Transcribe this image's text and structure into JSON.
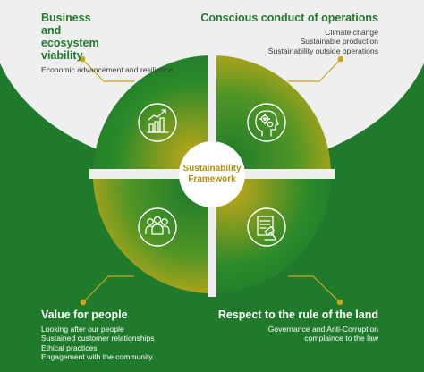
{
  "colors": {
    "background_green": "#1f7a2c",
    "arch_grey": "#efefef",
    "accent_gold": "#c9a817",
    "center_text": "#b58e0a"
  },
  "center": {
    "line1": "Sustainability",
    "line2": "Framework"
  },
  "quadrants": [
    {
      "id": "business",
      "title_lines": [
        "Business and",
        "ecosystem viability"
      ],
      "lines": [
        "Economic advancement and resilience."
      ],
      "icon": "growth-chart-icon"
    },
    {
      "id": "operations",
      "title_lines": [
        "Conscious conduct of operations"
      ],
      "lines": [
        "Climate  change",
        "Sustainable production",
        "Sustainability outside operations"
      ],
      "icon": "head-gears-icon"
    },
    {
      "id": "people",
      "title_lines": [
        "Value for people"
      ],
      "lines": [
        "Looking after our people",
        "Sustained customer relationships",
        "Ethical practices",
        "Engagement with the community."
      ],
      "icon": "people-group-icon"
    },
    {
      "id": "law",
      "title_lines": [
        "Respect to the rule of the land"
      ],
      "lines": [
        "Governance and Anti-Corruption",
        "complaince to the law"
      ],
      "icon": "document-gavel-icon"
    }
  ]
}
